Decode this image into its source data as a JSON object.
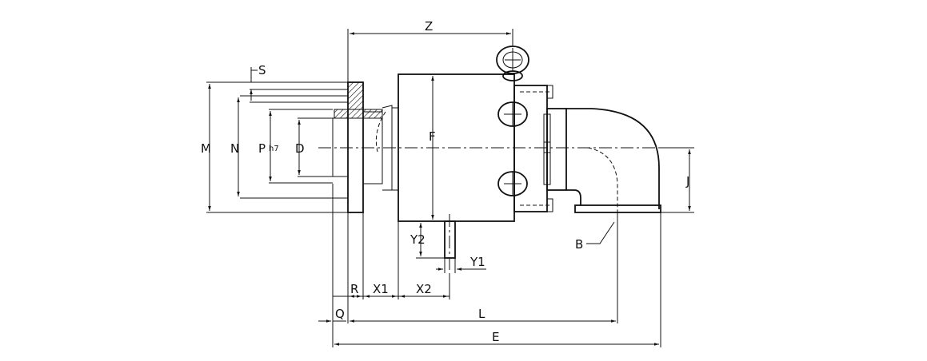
{
  "drawing": {
    "labels": {
      "Z": "Z",
      "S": "S",
      "M": "M",
      "N": "N",
      "P": "P",
      "P_sub": "h7",
      "D": "D",
      "F": "F",
      "J": "J",
      "B": "B",
      "Y2": "Y2",
      "Y1": "Y1",
      "R": "R",
      "X1": "X1",
      "X2": "X2",
      "Q": "Q",
      "L": "L",
      "E": "E"
    }
  }
}
